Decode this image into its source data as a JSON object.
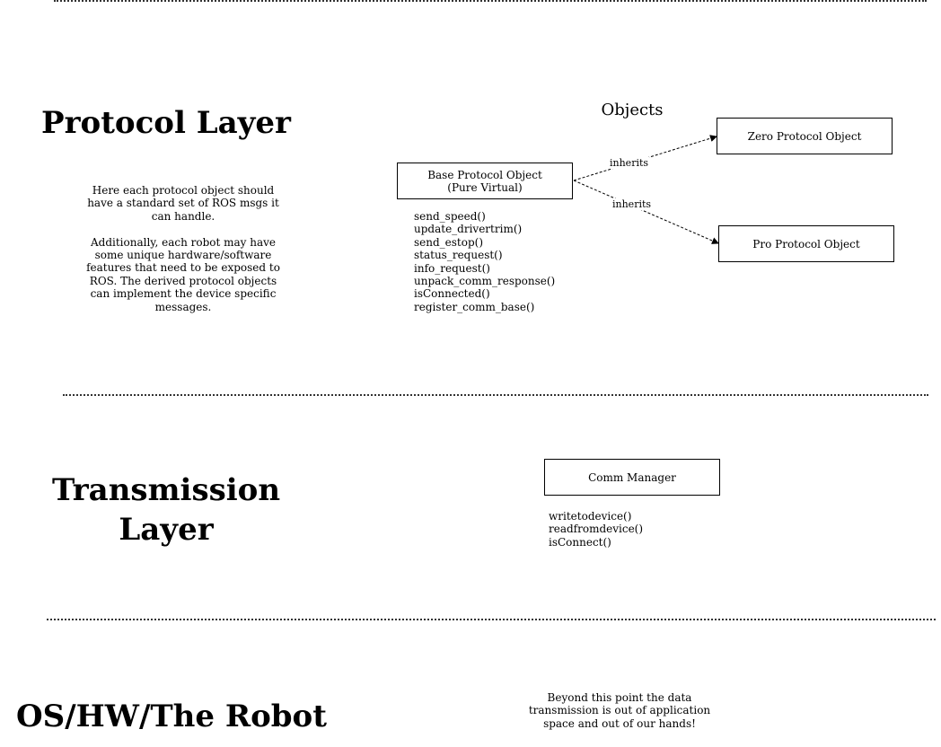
{
  "layers": {
    "protocol": {
      "title": "Protocol Layer",
      "description": "Here each protocol object should\nhave a standard set of ROS msgs it\ncan handle.\n\nAdditionally, each robot may have\nsome unique hardware/software\nfeatures that need to be exposed to\nROS. The derived protocol objects\ncan implement the device specific\nmessages."
    },
    "transmission": {
      "title_line1": "Transmission",
      "title_line2": "Layer"
    },
    "os": {
      "title": "OS/HW/The Robot",
      "description": "Beyond this point the data\ntransmission is out of application\nspace and out of our hands!"
    }
  },
  "objects_heading": "Objects",
  "nodes": {
    "base": {
      "line1": "Base Protocol Object",
      "line2": "(Pure Virtual)",
      "methods": [
        "send_speed()",
        "update_drivertrim()",
        "send_estop()",
        "status_request()",
        "info_request()",
        "unpack_comm_response()",
        "isConnected()",
        "register_comm_base()"
      ]
    },
    "zero": {
      "label": "Zero Protocol Object"
    },
    "pro": {
      "label": "Pro Protocol Object"
    },
    "comm": {
      "label": "Comm Manager",
      "methods": [
        "writetodevice()",
        "readfromdevice()",
        "isConnect()"
      ]
    }
  },
  "edges": [
    {
      "from": "base",
      "to": "zero",
      "label": "inherits"
    },
    {
      "from": "base",
      "to": "pro",
      "label": "inherits"
    }
  ]
}
